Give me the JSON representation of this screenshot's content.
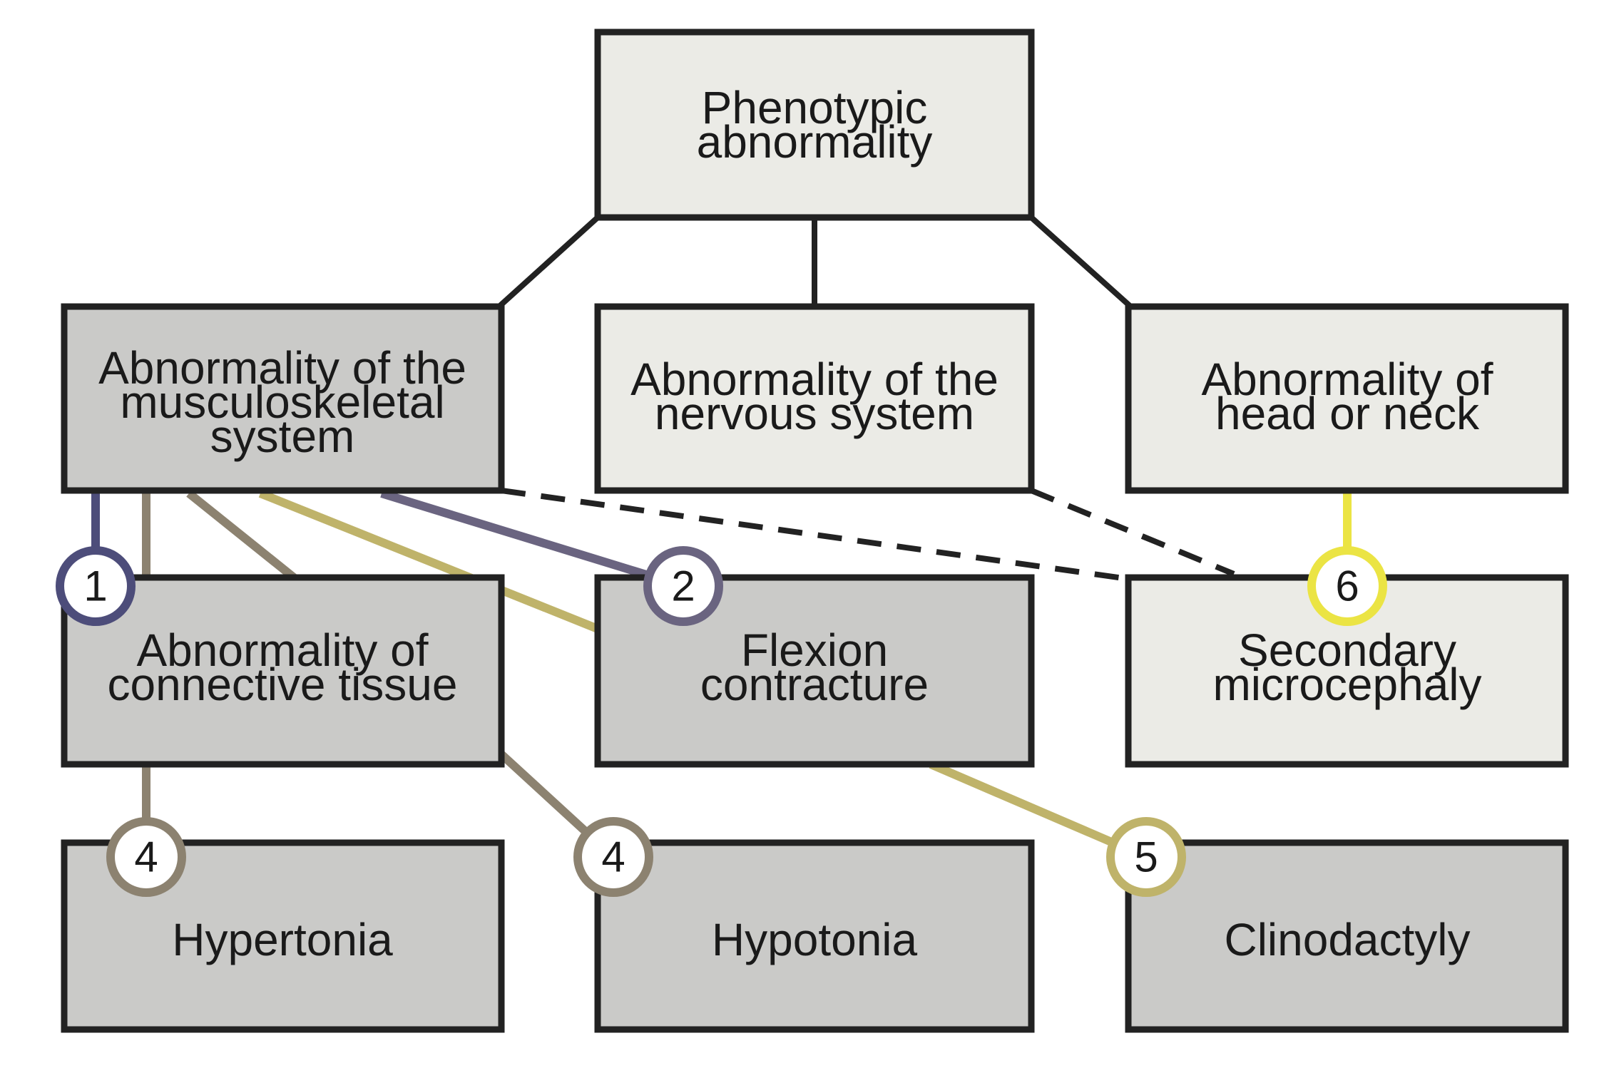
{
  "colors": {
    "box_light": "#ebebe6",
    "box_dark": "#cacac8",
    "border": "#222222",
    "purple_navy": "#4d4d7a",
    "slate_purple": "#6a6480",
    "taupe": "#8c8270",
    "olive_gold": "#bfb36a",
    "yellow": "#ebe444"
  },
  "nodes": {
    "phenotypic": {
      "lines": [
        "Phenotypic",
        "abnormality"
      ]
    },
    "musculoskeletal": {
      "lines": [
        "Abnormality of the",
        "musculoskeletal",
        "system"
      ]
    },
    "nervous": {
      "lines": [
        "Abnormality of the",
        "nervous system"
      ]
    },
    "head_neck": {
      "lines": [
        "Abnormality of",
        "head or neck"
      ]
    },
    "connective": {
      "lines": [
        "Abnormality of",
        "connective tissue"
      ]
    },
    "flexion": {
      "lines": [
        "Flexion",
        "contracture"
      ]
    },
    "microcephaly": {
      "lines": [
        "Secondary",
        "microcephaly"
      ]
    },
    "hypertonia": {
      "lines": [
        "Hypertonia"
      ]
    },
    "hypotonia": {
      "lines": [
        "Hypotonia"
      ]
    },
    "clinodactyly": {
      "lines": [
        "Clinodactyly"
      ]
    }
  },
  "badges": {
    "b1": "1",
    "b2": "2",
    "b4a": "4",
    "b4b": "4",
    "b5": "5",
    "b6": "6"
  }
}
